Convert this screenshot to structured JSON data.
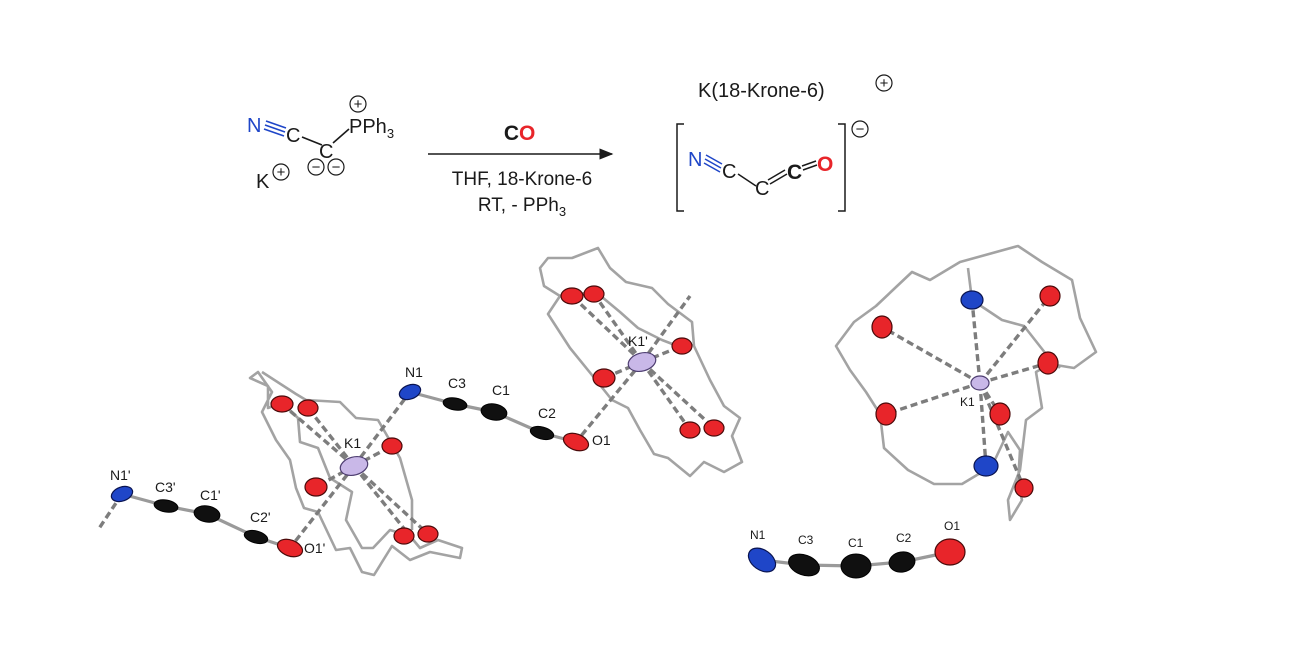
{
  "reaction": {
    "reactant": {
      "n_atom": "N",
      "c1": "C",
      "c2": "C",
      "p_group": "PPh",
      "p_sub": "3",
      "cation": "K",
      "plus": "+",
      "minus": "−"
    },
    "arrow_top_c": "C",
    "arrow_top_o": "O",
    "arrow_bottom_line1": "THF, 18-Krone-6",
    "arrow_bottom_line2_a": "RT,  - PPh",
    "arrow_bottom_line2_sub": "3",
    "product": {
      "counterion": "K(18-Krone-6)",
      "plus": "+",
      "n_atom": "N",
      "c1": "C",
      "c2": "C",
      "c3": "C",
      "o_atom": "O",
      "minus": "−"
    }
  },
  "structure_left": {
    "labels": [
      "N1'",
      "C3'",
      "C1'",
      "C2'",
      "O1'",
      "K1",
      "N1",
      "C3",
      "C1",
      "C2",
      "O1",
      "K1'"
    ]
  },
  "structure_right": {
    "labels": [
      "K1",
      "N1",
      "C3",
      "C1",
      "C2",
      "O1"
    ]
  },
  "colors": {
    "nitrogen": "#1f46c8",
    "oxygen": "#e8252a",
    "carbon": "#101010",
    "potassium": "#c9b8e8",
    "bond": "#9a9a9a"
  }
}
